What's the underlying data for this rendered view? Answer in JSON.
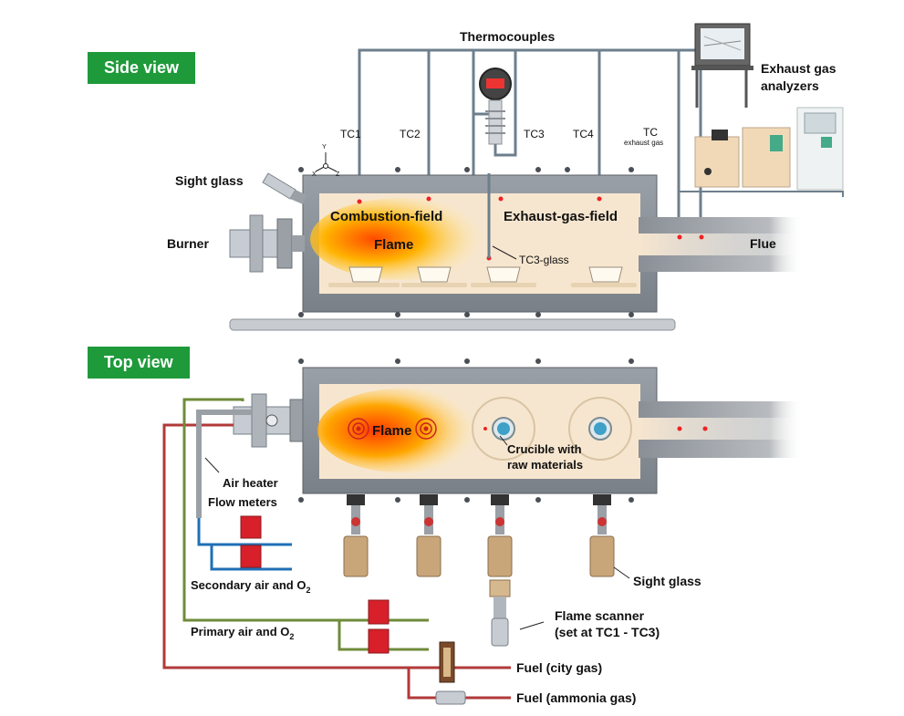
{
  "views": {
    "side": "Side view",
    "top": "Top view"
  },
  "labels": {
    "thermocouples": "Thermocouples",
    "exhaust_analyzers_1": "Exhaust gas",
    "exhaust_analyzers_2": "analyzers",
    "tc1": "TC1",
    "tc2": "TC2",
    "tc3": "TC3",
    "tc4": "TC4",
    "tc_exh_1": "TC",
    "tc_exh_2": "exhaust gas",
    "sight_glass_side": "Sight glass",
    "burner": "Burner",
    "combustion_field": "Combustion-field",
    "exhaust_gas_field": "Exhaust-gas-field",
    "flame_side": "Flame",
    "tc3_glass": "TC3-glass",
    "flue": "Flue",
    "axis_y": "Y",
    "axis_x": "X",
    "axis_z": "Z",
    "flame_top": "Flame",
    "crucible_1": "Crucible with",
    "crucible_2": "raw materials",
    "air_heater": "Air heater",
    "flow_meters": "Flow meters",
    "secondary_air": "Secondary air and O",
    "primary_air": "Primary air and O",
    "o2_sub": "2",
    "sight_glass_top": "Sight glass",
    "flame_scanner_1": "Flame scanner",
    "flame_scanner_2": "(set at TC1 - TC3)",
    "fuel_city": "Fuel (city gas)",
    "fuel_ammonia": "Fuel (ammonia gas)"
  },
  "colors": {
    "badge": "#1e9a3a",
    "wall": "#8a8f96",
    "interior": "#f7e6cf",
    "flame_core": "#ff3b00",
    "flame_mid": "#ffb000",
    "pipe_green": "#6f8b3b",
    "pipe_red": "#b23a3a",
    "pipe_blue": "#1f6fb5",
    "meter_red": "#d8202a",
    "tc_line": "#6d7f8c"
  }
}
